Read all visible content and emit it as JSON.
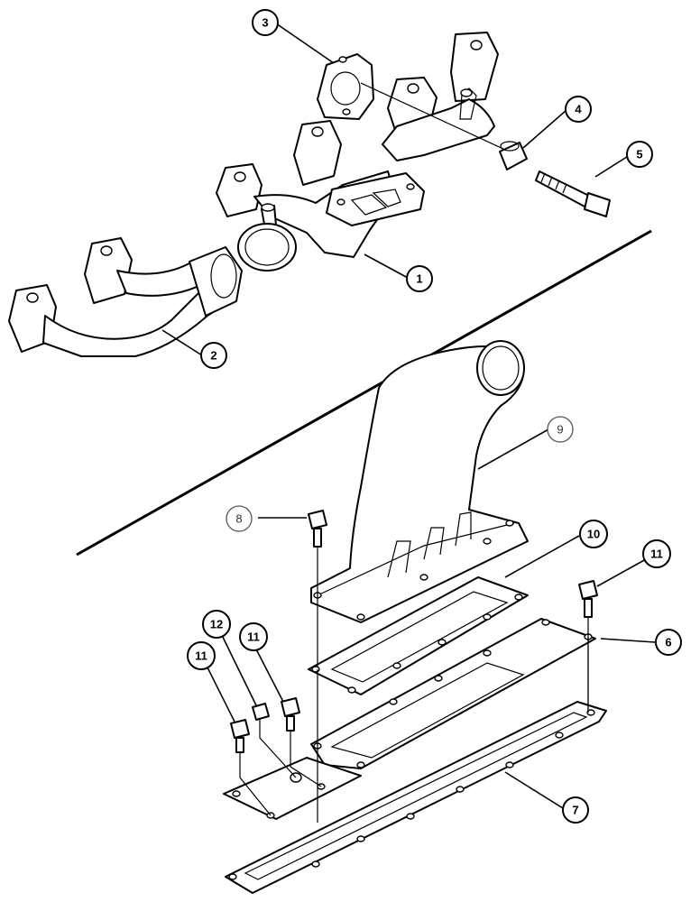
{
  "callouts": [
    {
      "id": "c1",
      "label": "1"
    },
    {
      "id": "c2",
      "label": "2"
    },
    {
      "id": "c3",
      "label": "3"
    },
    {
      "id": "c4",
      "label": "4"
    },
    {
      "id": "c5",
      "label": "5"
    },
    {
      "id": "c6",
      "label": "6"
    },
    {
      "id": "c7",
      "label": "7"
    },
    {
      "id": "c8",
      "label": "8"
    },
    {
      "id": "c9",
      "label": "9"
    },
    {
      "id": "c10",
      "label": "10"
    },
    {
      "id": "c11a",
      "label": "11"
    },
    {
      "id": "c11b",
      "label": "11"
    },
    {
      "id": "c11c",
      "label": "11"
    },
    {
      "id": "c12",
      "label": "12"
    }
  ]
}
